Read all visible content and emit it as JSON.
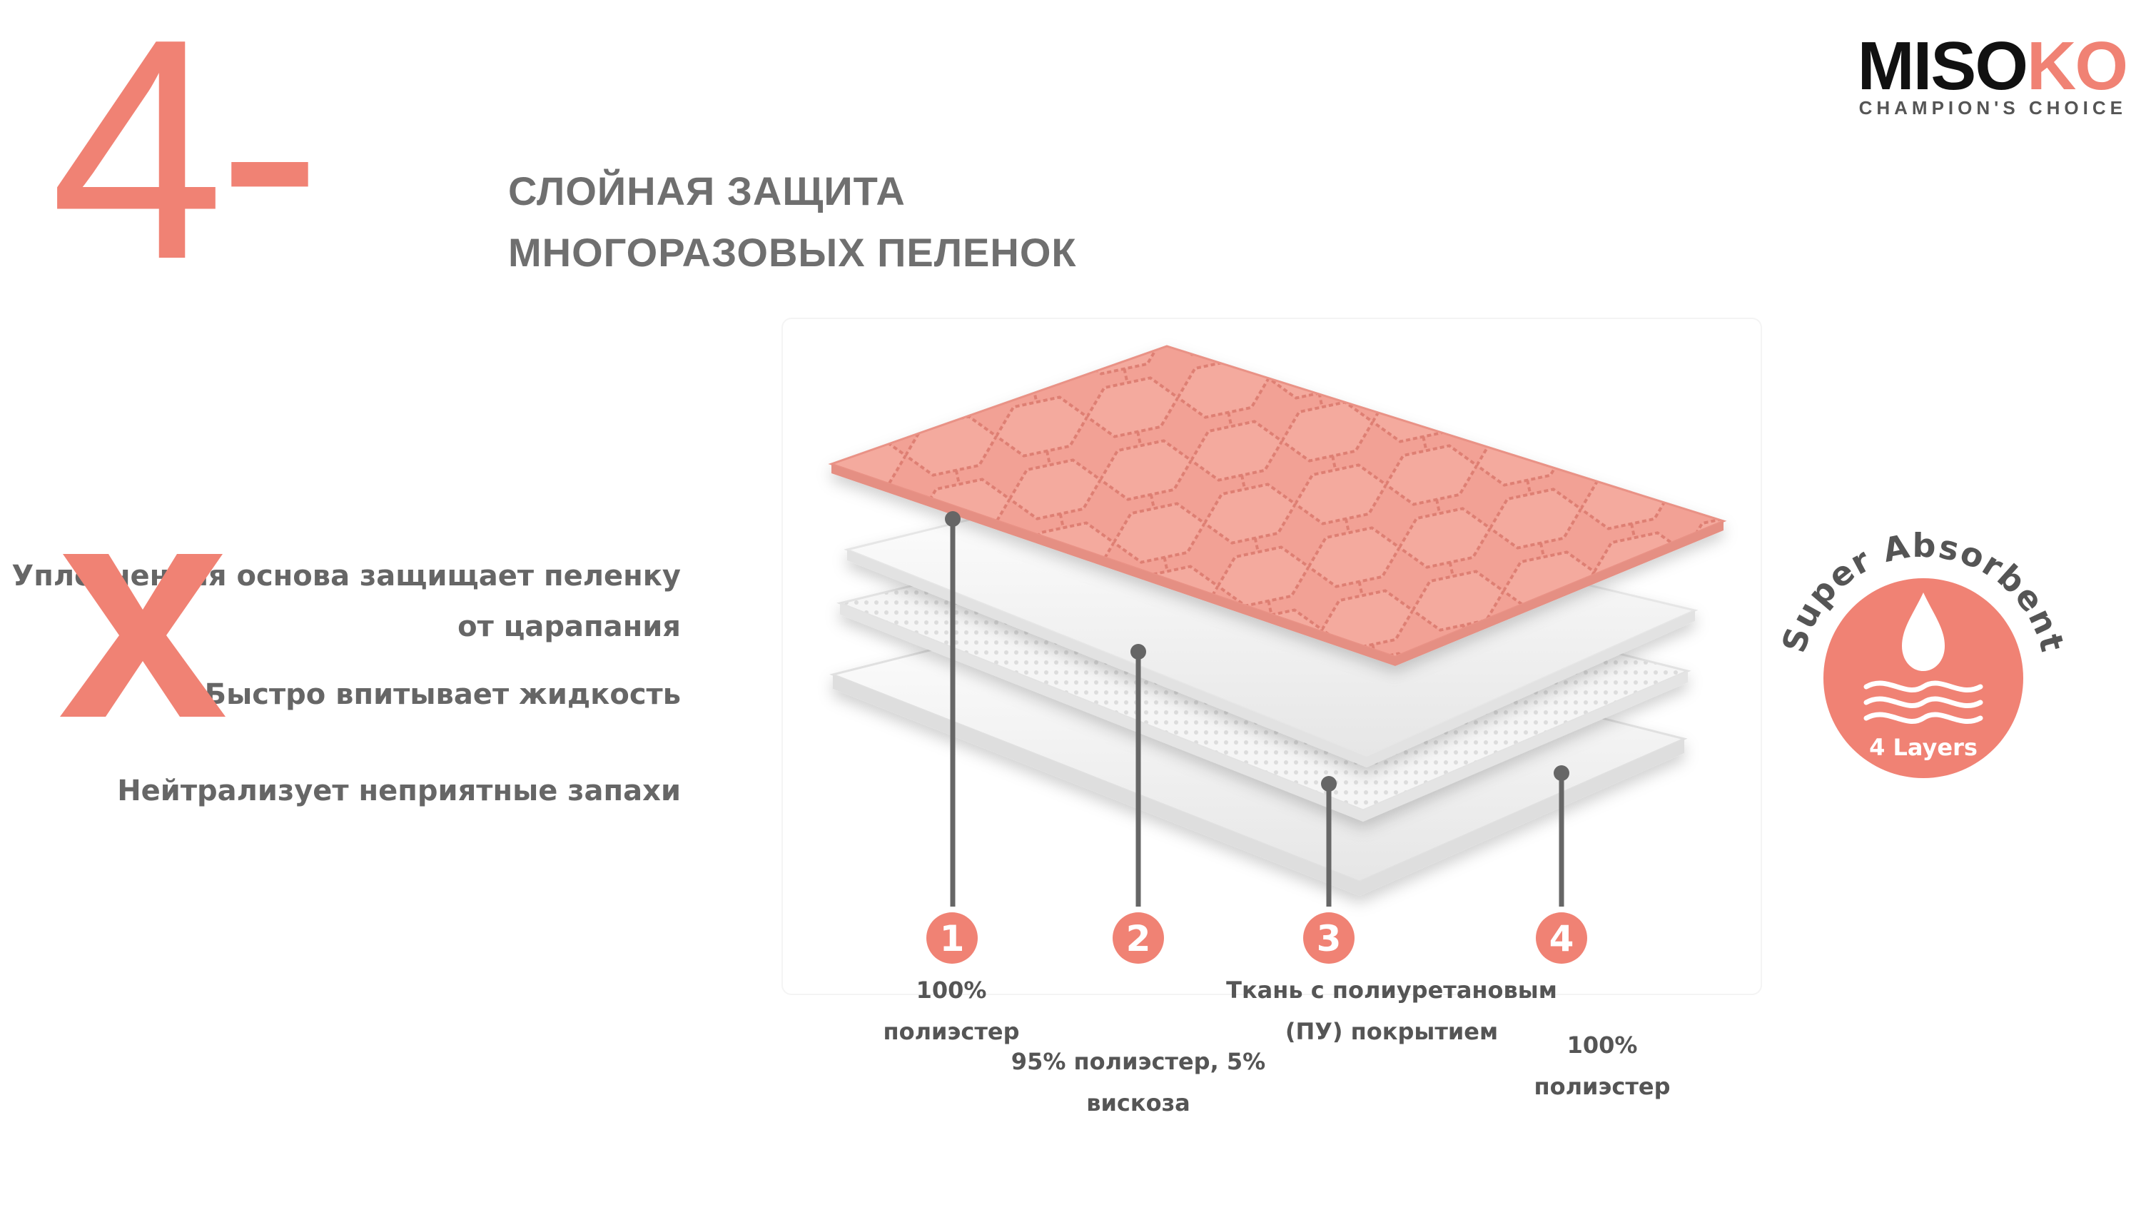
{
  "slide": {
    "number": "4-",
    "title_lines": [
      "СЛОЙНАЯ ЗАЩИТА",
      "МНОГОРАЗОВЫХ ПЕЛЕНОК"
    ]
  },
  "logo": {
    "name_main": "MISO",
    "name_accent": "KO",
    "tagline": "CHAMPION'S CHOICE"
  },
  "features": [
    "Уплотненная основа защищает пеленку",
    "от царапания",
    "Быстро впитывает жидкость",
    "Нейтрализует неприятные запахи"
  ],
  "layers": [
    {
      "number": "1",
      "label_lines": [
        "100%",
        "полиэстер"
      ]
    },
    {
      "number": "2",
      "label_lines": [
        "95% полиэстер, 5%",
        "вискоза"
      ]
    },
    {
      "number": "3",
      "label_lines": [
        "Ткань с полиуретановым",
        "(ПУ) покрытием"
      ]
    },
    {
      "number": "4",
      "label_lines": [
        "100%",
        "полиэстер"
      ]
    }
  ],
  "badge": {
    "arc_text": "Super Absorbent",
    "inner_text": "4 Layers"
  },
  "colors": {
    "accent": "#f08274",
    "text_gray": "#6f6f6f",
    "logo_black": "#111111"
  },
  "icons": [
    "x-mark-icon",
    "water-drop-icon",
    "wave-layers-icon"
  ]
}
